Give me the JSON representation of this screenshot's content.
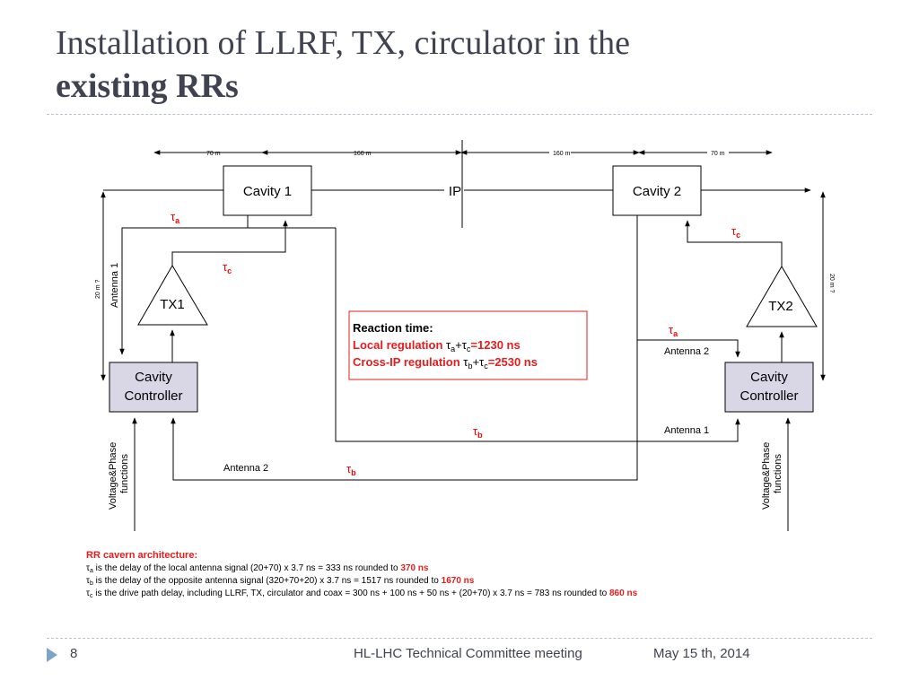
{
  "slide": {
    "title_line1": "Installation of LLRF, TX, circulator in the",
    "title_line2": "existing RRs"
  },
  "diagram": {
    "dist_70_left": "70 m",
    "dist_160_left": "160 m",
    "dist_160_right": "160 m",
    "dist_70_right": "70 m",
    "vdist_left": "20 m ?",
    "vdist_right": "20 m ?",
    "cavity1": "Cavity 1",
    "cavity2": "Cavity 2",
    "ip": "IP",
    "tx1": "TX1",
    "tx2": "TX2",
    "controller_line1": "Cavity",
    "controller_line2": "Controller",
    "antenna1": "Antenna 1",
    "antenna2": "Antenna 2",
    "voltage_line1": "Voltage&Phase",
    "voltage_line2": "functions",
    "tau": "τ",
    "sub_a": "a",
    "sub_b": "b",
    "sub_c": "c"
  },
  "reaction_box": {
    "heading": "Reaction time:",
    "local_prefix": "Local regulation ",
    "local_formula_a": "a",
    "local_formula_c": "c",
    "local_value": "=1230 ns",
    "cross_prefix": "Cross-IP regulation ",
    "cross_formula_b": "b",
    "cross_formula_c": "c",
    "cross_value": "=2530 ns",
    "plus": "+"
  },
  "notes": {
    "heading": "RR cavern architecture:",
    "a_text": " is the delay of the local antenna signal (20+70) x 3.7 ns = 333 ns rounded to ",
    "a_value": "370 ns",
    "b_text": " is the delay of the opposite antenna signal (320+70+20) x 3.7 ns = 1517 ns rounded to ",
    "b_value": "1670 ns",
    "c_text": " is the drive path delay, including LLRF, TX, circulator and coax = 300 ns + 100 ns + 50 ns + (20+70) x 3.7 ns = 783 ns rounded to ",
    "c_value": "860 ns"
  },
  "footer": {
    "page": "8",
    "meeting": "HL-LHC Technical Committee meeting",
    "date": "May 15 th, 2014"
  },
  "colors": {
    "accent_red": "#e51c1c",
    "controller_fill": "#d9d7e6",
    "title_color": "#3f4250"
  }
}
